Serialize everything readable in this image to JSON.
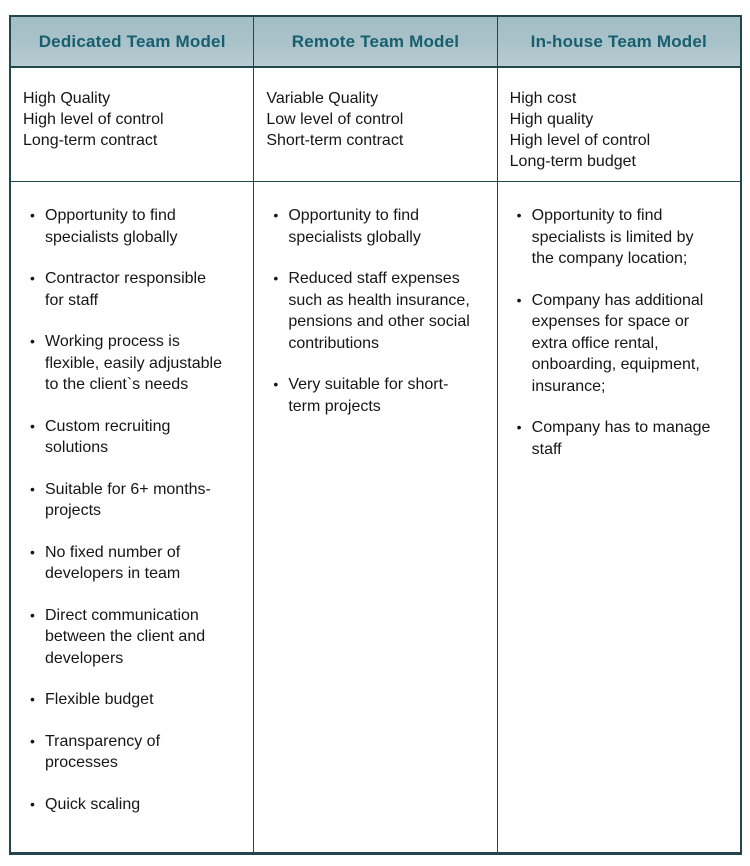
{
  "colors": {
    "header_bg_top": "#a3bdc5",
    "header_bg_bottom": "#b7cdd3",
    "header_text": "#175e6e",
    "border": "#23464e",
    "body_text": "#161616",
    "page_bg": "#ffffff"
  },
  "table": {
    "columns": [
      {
        "header": "Dedicated Team Model",
        "summary": [
          "High Quality",
          "High level of control",
          "Long-term contract"
        ],
        "bullets": [
          "Opportunity to find specialists globally",
          "Contractor responsible for staff",
          "Working process is flexible, easily adjustable to the client`s needs",
          "Custom recruiting solutions",
          "Suitable for 6+ months-projects",
          "No fixed number of developers in team",
          "Direct communication between the client and developers",
          "Flexible budget",
          "Transparency of processes",
          "Quick scaling"
        ]
      },
      {
        "header": "Remote Team Model",
        "summary": [
          "Variable Quality",
          "Low level of control",
          "Short-term contract"
        ],
        "bullets": [
          "Opportunity to find specialists globally",
          "Reduced staff expenses such as health insurance, pensions and other social contributions",
          "Very suitable for short-term projects"
        ]
      },
      {
        "header": "In-house Team Model",
        "summary": [
          "High cost",
          "High quality",
          "High level of control",
          "Long-term budget"
        ],
        "bullets": [
          "Opportunity to find specialists is limited by the company location;",
          "Company has additional expenses for space or extra office rental, onboarding, equipment, insurance;",
          "Company has to manage staff"
        ]
      }
    ]
  }
}
